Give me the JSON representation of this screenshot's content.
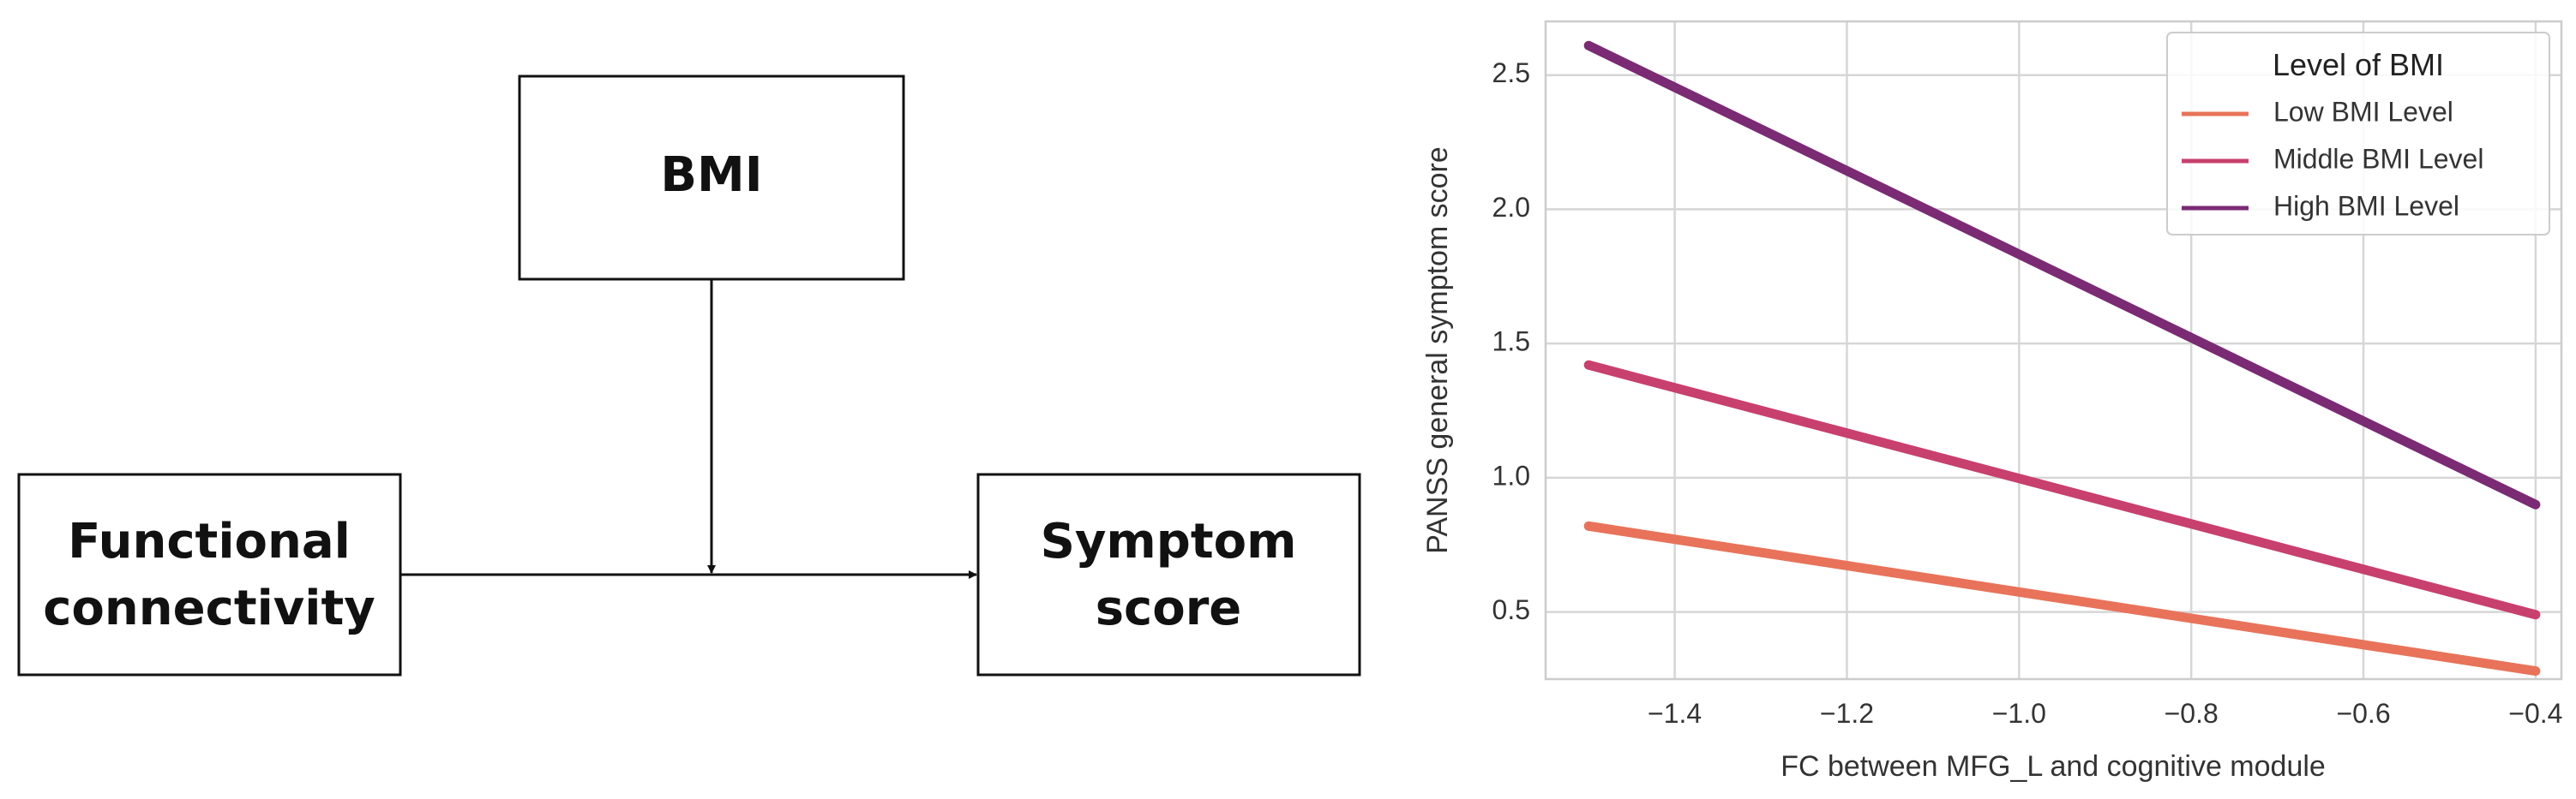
{
  "diagram": {
    "moderator_box": {
      "label": "BMI"
    },
    "predictor_box": {
      "label_line1": "Functional",
      "label_line2": "connectivity"
    },
    "outcome_box": {
      "label_line1": "Symptom",
      "label_line2": "score"
    }
  },
  "chart_data": {
    "type": "line",
    "xlabel": "FC between MFG_L and cognitive module",
    "ylabel": "PANSS general symptom score",
    "xlim": [
      -1.55,
      -0.37
    ],
    "ylim": [
      0.25,
      2.7
    ],
    "xticks": [
      -1.4,
      -1.2,
      -1.0,
      -0.8,
      -0.6,
      -0.4
    ],
    "xtick_labels": [
      "−1.4",
      "−1.2",
      "−1.0",
      "−0.8",
      "−0.6",
      "−0.4"
    ],
    "yticks": [
      0.5,
      1.0,
      1.5,
      2.0,
      2.5
    ],
    "ytick_labels": [
      "0.5",
      "1.0",
      "1.5",
      "2.0",
      "2.5"
    ],
    "grid": true,
    "legend": {
      "title": "Level of BMI",
      "placement": "top-right"
    },
    "series": [
      {
        "name": "Low BMI Level",
        "color": "#e8735a",
        "x": [
          -1.5,
          -0.4
        ],
        "y": [
          0.82,
          0.28
        ]
      },
      {
        "name": "Middle BMI Level",
        "color": "#c8406d",
        "x": [
          -1.5,
          -0.4
        ],
        "y": [
          1.42,
          0.49
        ]
      },
      {
        "name": "High BMI Level",
        "color": "#7b2a74",
        "x": [
          -1.5,
          -0.4
        ],
        "y": [
          2.61,
          0.9
        ]
      }
    ]
  }
}
